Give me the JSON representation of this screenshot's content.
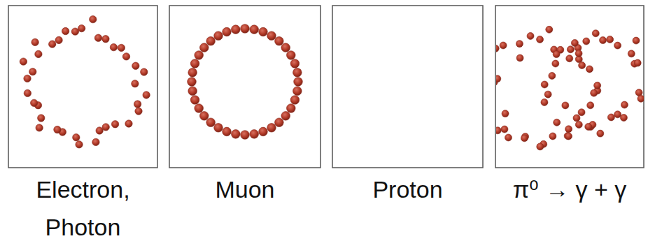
{
  "diagram": {
    "nodes": [
      {
        "text": [
          "Electron, Photon"
        ]
      },
      {
        "text": [
          "Muon"
        ]
      },
      {
        "text": [
          "Proton"
        ]
      },
      {
        "text": [
          "π⁰ → γ + γ"
        ]
      }
    ]
  }
}
